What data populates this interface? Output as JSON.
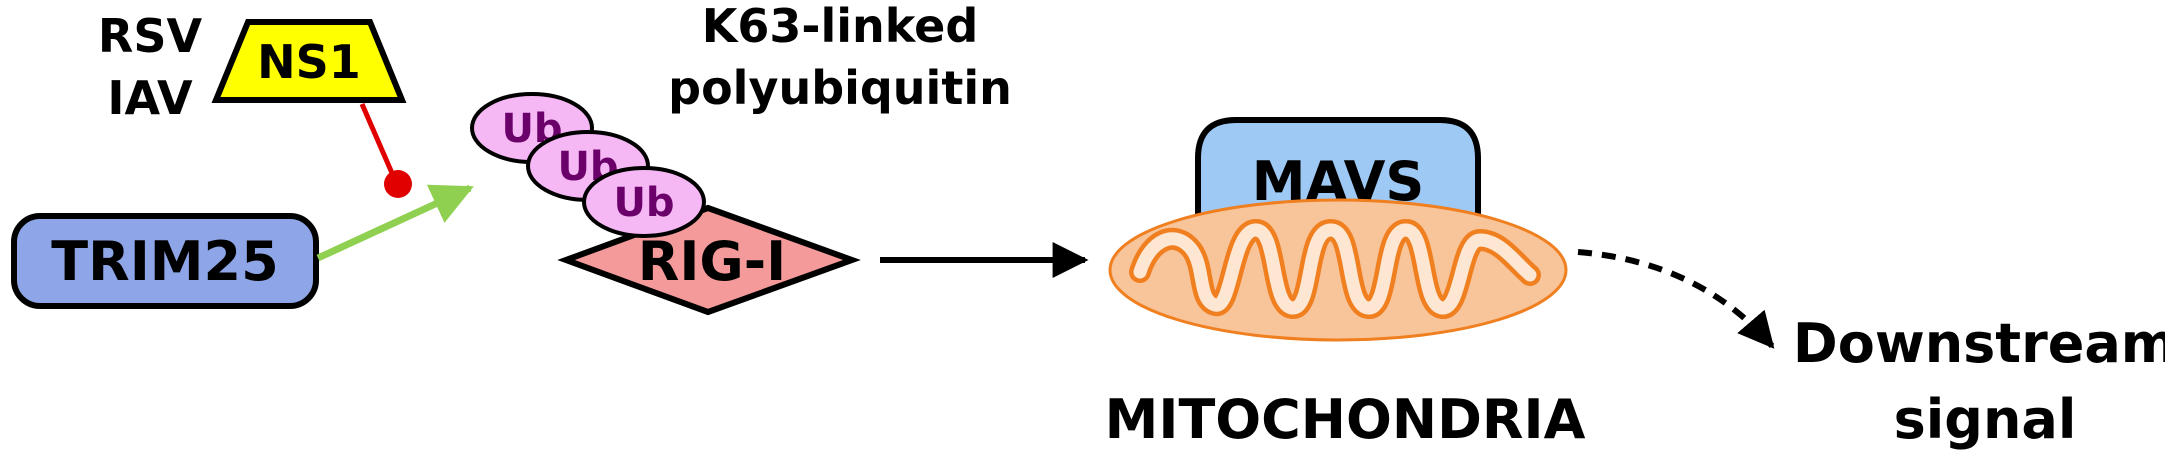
{
  "labels": {
    "rsv": "RSV",
    "iav": "IAV",
    "ns1": "NS1",
    "k63_line1": "K63-linked",
    "k63_line2": "polyubiquitin",
    "ub": "Ub",
    "trim25": "TRIM25",
    "rigi": "RIG-I",
    "mavs": "MAVS",
    "mitochondria": "MITOCHONDRIA",
    "downstream_line1": "Downstream",
    "downstream_line2": "signal"
  },
  "colors": {
    "ns1_fill": "#ffff00",
    "trim25_fill": "#8ea6e8",
    "ub_fill": "#f5b8f5",
    "ub_text": "#6b006b",
    "rigi_fill": "#f59a9a",
    "mavs_fill": "#9ec9f5",
    "mito_fill": "#f8c49a",
    "mito_stroke": "#f07f20",
    "inhibit_line": "#e00000",
    "activate_arrow": "#8fd050",
    "arrow": "#000000"
  }
}
